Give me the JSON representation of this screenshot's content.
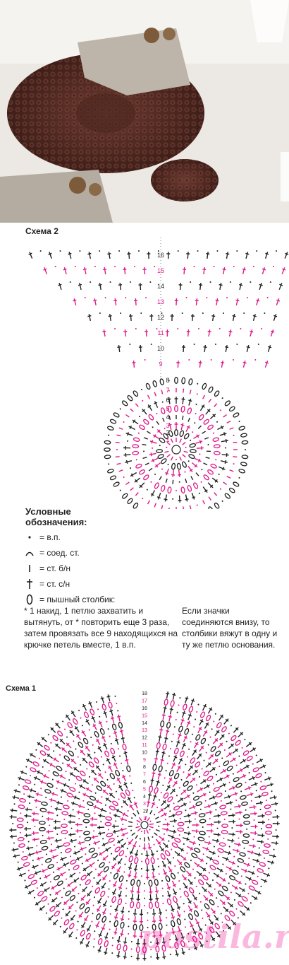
{
  "schema2": {
    "title": "Схема 2",
    "row_numbers": [
      "1",
      "2",
      "3",
      "4",
      "5",
      "6",
      "7",
      "8",
      "9",
      "10",
      "11",
      "12",
      "13",
      "14",
      "15",
      "16"
    ]
  },
  "legend": {
    "title_line1": "Условные",
    "title_line2": "обозначения:",
    "items": [
      {
        "icon": "dot-icon",
        "label": "= в.п."
      },
      {
        "icon": "arc-icon",
        "label": "= соед. ст."
      },
      {
        "icon": "bar-icon",
        "label": "= ст. б/н"
      },
      {
        "icon": "cross-icon",
        "label": "= ст. с/н"
      },
      {
        "icon": "oval-icon",
        "label": "= пышный столбик:"
      }
    ],
    "note": "* 1 накид, 1 петлю захватить и вытянуть, от * повторить еще 3 раза, затем провязать все 9 находящихся на крючке петель вместе, 1 в.п.",
    "side_note": "Если значки соединяются внизу, то столбики вяжут в одну и ту же петлю основания."
  },
  "schema1": {
    "title": "Схема 1",
    "row_numbers": [
      "1",
      "2",
      "3",
      "4",
      "5",
      "6",
      "7",
      "8",
      "9",
      "10",
      "11",
      "12",
      "13",
      "14",
      "15",
      "16",
      "17",
      "18"
    ]
  },
  "colors": {
    "magenta": "#e0188c",
    "black": "#222222",
    "mat": "#5a2e26"
  }
}
